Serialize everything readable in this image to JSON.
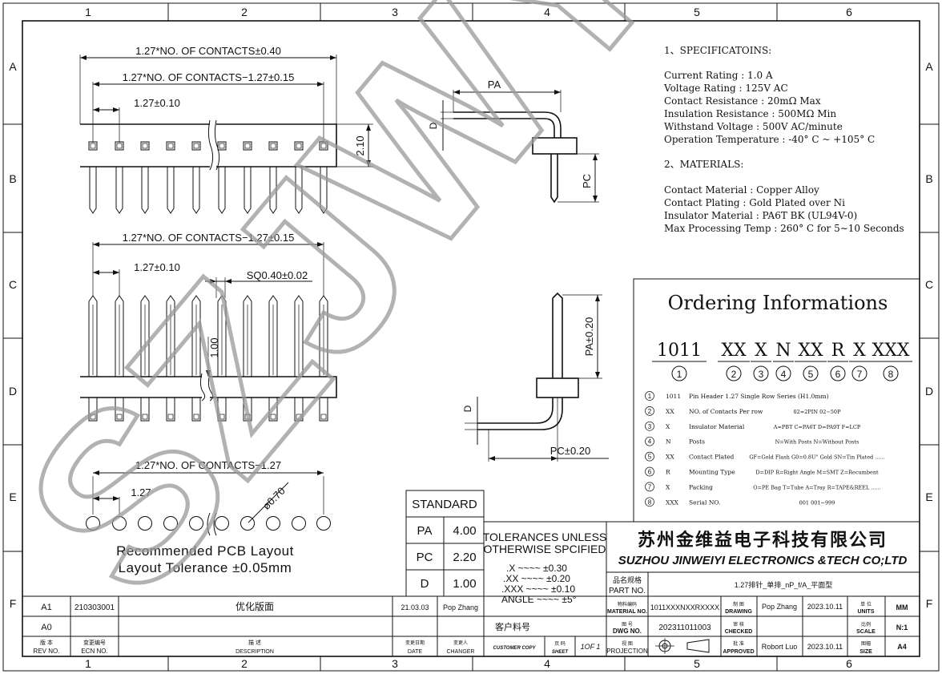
{
  "frame": {
    "columns": [
      "1",
      "2",
      "3",
      "4",
      "5",
      "6"
    ],
    "rows": [
      "A",
      "B",
      "C",
      "D",
      "E",
      "F"
    ]
  },
  "dims": {
    "overall": "1.27*NO. OF CONTACTS±0.40",
    "pitch_span": "1.27*NO. OF CONTACTS−1.27±0.15",
    "pitch": "1.27±0.10",
    "height": "2.10",
    "pitch_span2": "1.27*NO. OF CONTACTS−1.27±0.15",
    "pitch2": "1.27±0.10",
    "post_sq": "SQ0.40±0.02",
    "body_h": "1.00",
    "pcb_span": "1.27*NO. OF CONTACTS−1.27",
    "pcb_pitch": "1.27",
    "hole_dia": "ø0.70",
    "pa": "PA",
    "d": "D",
    "pc": "PC",
    "pa_tol": "PA±0.20",
    "d2": "D",
    "pc_tol": "PC±0.20"
  },
  "pcb_note": {
    "line1": "Recommended PCB Layout",
    "line2": "Layout Tolerance ±0.05mm"
  },
  "specs": {
    "title": "1、SPECIFICATOINS:",
    "lines": [
      "Current  Rating  : 1.0 A",
      "Voltage  Rating  : 125V AC",
      "Contact   Resistance  : 20mΩ  Max",
      "Insulation Resistance  : 500MΩ Min",
      "Withstand   Voltage   : 500V AC/minute",
      "Operation  Temperature : -40° C ~ +105° C"
    ],
    "mat_title": "2、MATERIALS:",
    "mat_lines": [
      "Contact  Material   : Copper Alloy",
      "Contact  Plating    : Gold Plated over Ni",
      "Insulator Material  : PA6T  BK (UL94V-0)",
      "Max Processing Temp : 260° C for 5∼10 Seconds"
    ]
  },
  "ordering": {
    "title": "Ordering Informations",
    "codes": [
      "1011",
      "XX",
      "X",
      "N",
      "XX",
      "R",
      "X",
      "XXX"
    ],
    "nums": [
      "1",
      "2",
      "3",
      "4",
      "5",
      "6",
      "7",
      "8"
    ],
    "items": [
      {
        "n": "1",
        "code": "1011",
        "name": "Pin Header 1.27  Single Row Series (H1.0mm)",
        "opts": ""
      },
      {
        "n": "2",
        "code": "XX",
        "name": "NO. of Contacts  Per  row",
        "opts": "02=2PIN  02∼50P"
      },
      {
        "n": "3",
        "code": "X",
        "name": "Insulator Material",
        "opts": "A=PBT C=PA6T  D=PA9T  F=LCP"
      },
      {
        "n": "4",
        "code": "N",
        "name": "Posts",
        "opts": "N=With Posts  N=Without Posts"
      },
      {
        "n": "5",
        "code": "XX",
        "name": "Contact Plated",
        "opts": "GF=Gold Flash  G0=0.8U\" Gold  SN=Tin Plated ......"
      },
      {
        "n": "6",
        "code": "R",
        "name": "Mounting Type",
        "opts": "D=DIP  R=Right Angle  M=SMT  Z=Recumbent"
      },
      {
        "n": "7",
        "code": "X",
        "name": "Packing",
        "opts": "O=PE Bag  T=Tube A=Tray  R=TAPE&REEL ......"
      },
      {
        "n": "8",
        "code": "XXX",
        "name": "Serial NO.",
        "opts": "001    001~999"
      }
    ]
  },
  "standard": {
    "title": "STANDARD",
    "rows": [
      {
        "k": "PA",
        "v": "4.00"
      },
      {
        "k": "PC",
        "v": "2.20"
      },
      {
        "k": "D",
        "v": "1.00"
      }
    ]
  },
  "tolerances": {
    "line1": "TOLERANCES  UNLESS",
    "line2": "OTHERWISE  SPCIFIED",
    "rows": [
      ".X  ~~~~  ±0.30",
      ".XX  ~~~~  ±0.20",
      ".XXX  ~~~~  ±0.10",
      "ANGLE  ~~~~  ±5°"
    ]
  },
  "company": {
    "cn": "苏州金维益电子科技有限公司",
    "en": "SUZHOU JINWEIYI ELECTRONICS &TECH CO;LTD"
  },
  "title_block": {
    "part_no_label_cn": "品名规格",
    "part_no_label": "PART  NO.",
    "part_desc": "1.27排针_单排_nP_f/A_平面型",
    "material_label_cn": "物料编码",
    "material_label": "MATERIAL  NO.",
    "material_no": "1011XXXNXXRXXXX",
    "drawing_label_cn": "制  图",
    "drawing_label": "DRAWING",
    "drawing_name": "Pop  Zhang",
    "drawing_date": "2023.10.11",
    "units_cn": "单  位",
    "units_label": "UNITS",
    "units": "MM",
    "cust_part": "客户料号",
    "dwg_label_cn": "图  号",
    "dwg_label": "DWG  NO.",
    "dwg_no": "202311011003",
    "checked_cn": "审  核",
    "checked_label": "CHECKED",
    "scale_cn": "比例",
    "scale_label": "SCALE",
    "scale": "N:1",
    "customer_copy": "CUSTOMER  COPY",
    "sheet_cn": "页  码",
    "sheet_label": "SHEET",
    "sheet": "1OF 1",
    "proj_cn": "视  图",
    "proj_label": "PROJECTION",
    "approved_cn": "批  准",
    "approved_label": "APPROVED",
    "approved_name": "Robort  Luo",
    "approved_date": "2023.10.11",
    "size_cn": "图幅",
    "size_label": "SIZE",
    "size": "A4"
  },
  "revisions": {
    "rows": [
      {
        "rev": "A1",
        "ecn": "210303001",
        "desc": "优化版面",
        "date": "21.03.03",
        "changer": "Pop  Zhang"
      },
      {
        "rev": "A0",
        "ecn": "",
        "desc": "",
        "date": "",
        "changer": ""
      }
    ],
    "h_rev_cn": "版  本",
    "h_rev": "REV  NO.",
    "h_ecn_cn": "变更编号",
    "h_ecn": "ECN  NO.",
    "h_desc_cn": "描  述",
    "h_desc": "DESCRIPTION",
    "h_date_cn": "变更日期",
    "h_date": "DATE",
    "h_changer_cn": "变更人",
    "h_changer": "CHANGER"
  },
  "watermark": "SZJWY"
}
